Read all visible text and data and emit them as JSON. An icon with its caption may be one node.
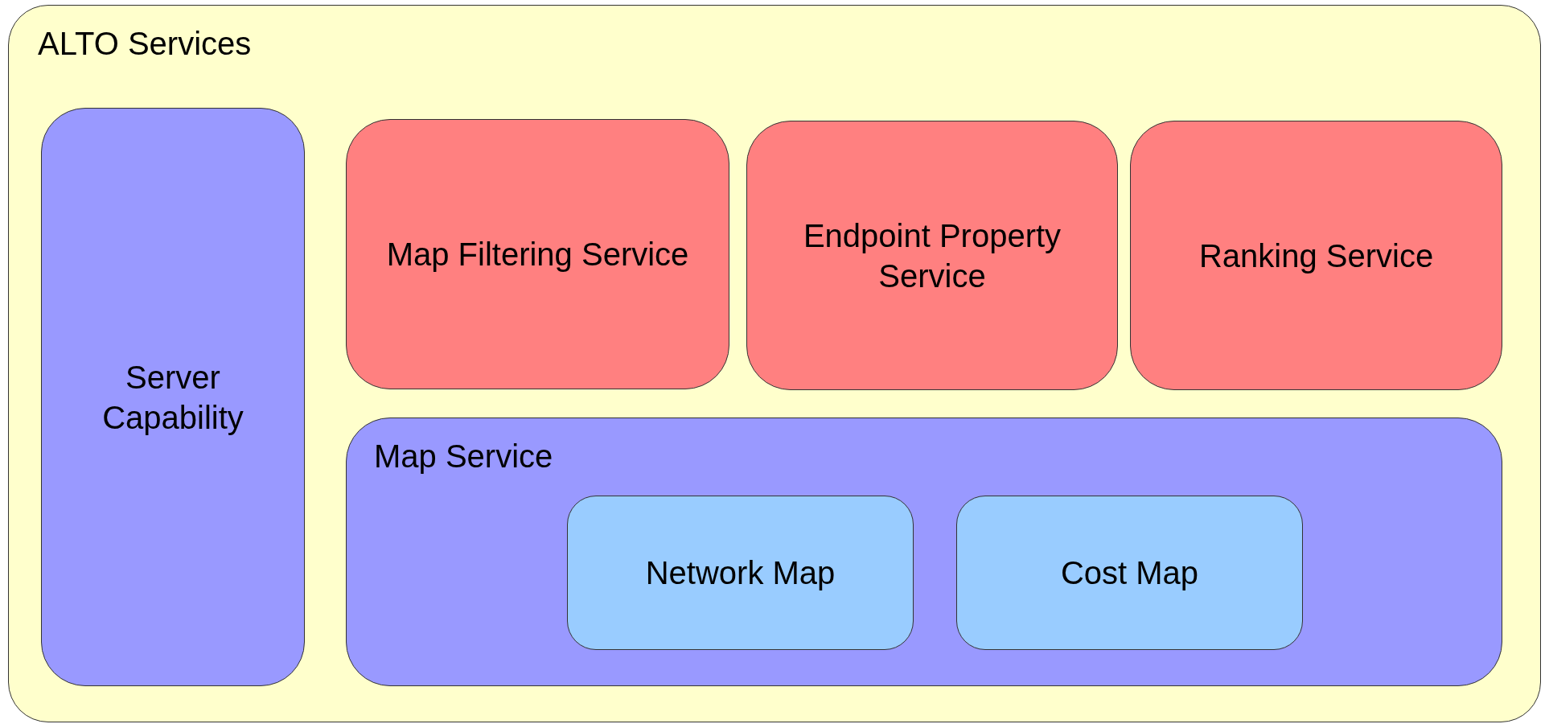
{
  "diagram": {
    "nodes": [
      {
        "text": [
          "ALTO Services"
        ]
      },
      {
        "text": [
          "Server Capability"
        ],
        "in": 0
      },
      {
        "text": [
          "Map Filtering Service"
        ],
        "in": 0
      },
      {
        "text": [
          "Endpoint Property Service"
        ],
        "in": 0
      },
      {
        "text": [
          "Ranking Service"
        ],
        "in": 0
      },
      {
        "text": [
          "Map Service"
        ],
        "in": 0
      },
      {
        "text": [
          "Network Map"
        ],
        "in": 5
      },
      {
        "text": [
          "Cost Map"
        ],
        "in": 5
      }
    ]
  }
}
